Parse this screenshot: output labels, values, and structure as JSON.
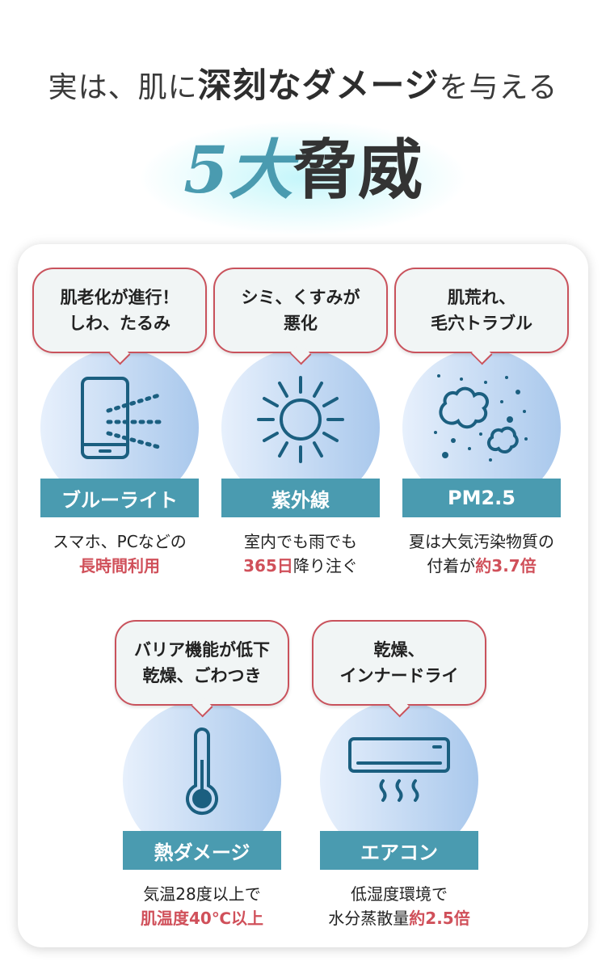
{
  "header": {
    "sub_pre": "実は、肌に",
    "sub_emph": "深刻なダメージ",
    "sub_post": "を与える",
    "title_num": "5大",
    "title_word": "脅威"
  },
  "items": [
    {
      "bubble1": "肌老化が進行！",
      "bubble2": "しわ、たるみ",
      "icon": "smartphone-icon",
      "label": "ブルーライト",
      "desc1": "スマホ、PCなどの",
      "desc2_red": "長時間利用",
      "desc2": ""
    },
    {
      "bubble1": "シミ、くすみが",
      "bubble2": "悪化",
      "icon": "sun-icon",
      "label": "紫外線",
      "desc1": "室内でも雨でも",
      "desc2_red": "365日",
      "desc2": "降り注ぐ"
    },
    {
      "bubble1": "肌荒れ、",
      "bubble2": "毛穴トラブル",
      "icon": "dust-particles-icon",
      "label": "PM2.5",
      "desc1": "夏は大気汚染物質の",
      "desc2_pre": "付着が",
      "desc2_red": "約3.7倍"
    },
    {
      "bubble1": "バリア機能が低下",
      "bubble2": "乾燥、ごわつき",
      "icon": "thermometer-icon",
      "label": "熱ダメージ",
      "desc1": "気温28度以上で",
      "desc2_red": "肌温度40℃以上",
      "desc2": ""
    },
    {
      "bubble1": "乾燥、",
      "bubble2": "インナードライ",
      "icon": "air-conditioner-icon",
      "label": "エアコン",
      "desc1": "低湿度環境で",
      "desc2_pre": "水分蒸散量",
      "desc2_red": "約2.5倍"
    }
  ],
  "colors": {
    "accent": "#4a9bb0",
    "red": "#d0505a",
    "icon": "#1b5f80"
  }
}
